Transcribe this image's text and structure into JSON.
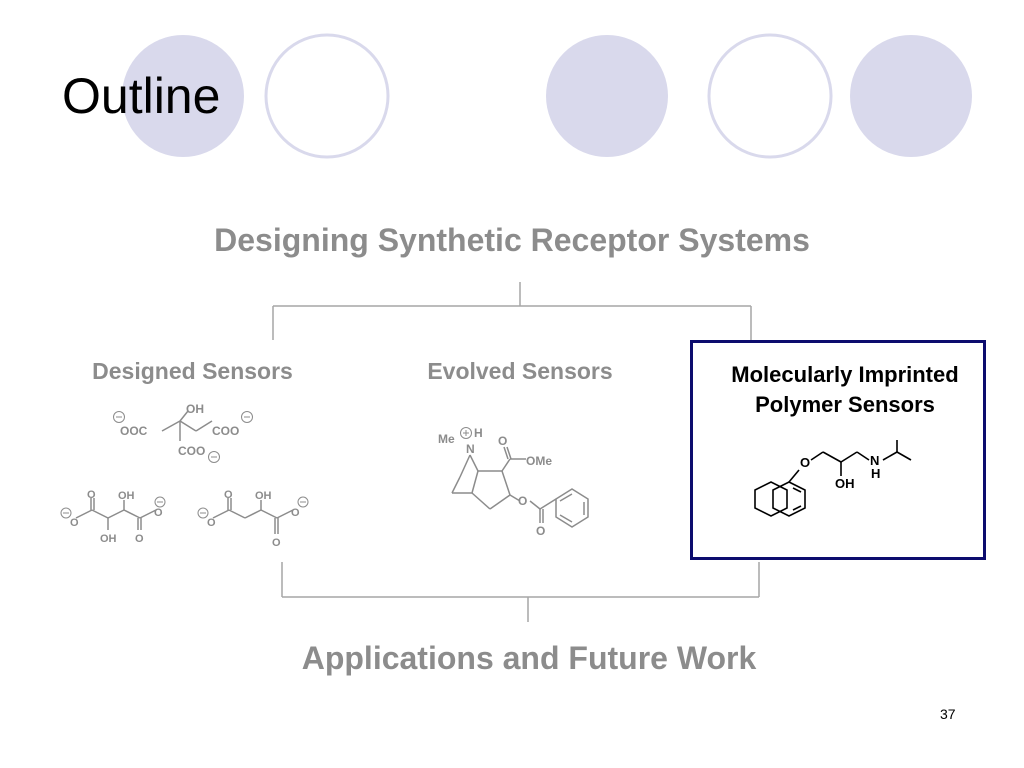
{
  "slide": {
    "title": "Outline",
    "page_number": "37"
  },
  "top_heading": "Designing Synthetic Receptor Systems",
  "branches": {
    "designed": "Designed Sensors",
    "evolved": "Evolved Sensors",
    "mip_line1": "Molecularly Imprinted",
    "mip_line2": "Polymer Sensors"
  },
  "bottom_heading": "Applications and Future Work",
  "chem_labels": {
    "oh": "OH",
    "ooc": "OOC",
    "coo": "COO",
    "o": "O",
    "me": "Me",
    "n": "N",
    "h": "H",
    "ome": "OMe",
    "charge_minus": "−",
    "charge_plus": "+"
  },
  "colors": {
    "decor_circle_fill": "#d9d9ec",
    "decor_circle_stroke": "#d9d9ec",
    "connector": "#a6a6a6",
    "heading_grey": "#8c8c8c",
    "mip_border": "#0c0c6e",
    "molecule_grey": "#8c8c8c"
  }
}
